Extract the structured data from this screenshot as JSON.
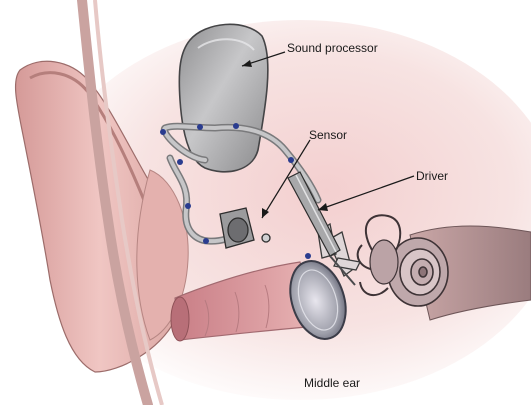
{
  "labels": {
    "sound_processor": "Sound processor",
    "sensor": "Sensor",
    "driver": "Driver",
    "middle_ear": "Middle ear"
  },
  "colors": {
    "skin": "#e8b7b4",
    "skin_dark": "#c98f8f",
    "bone": "#d9b3ae",
    "device_gray": "#a9a9ab",
    "wire_blue": "#2a3c8f",
    "canal": "#c98088"
  }
}
